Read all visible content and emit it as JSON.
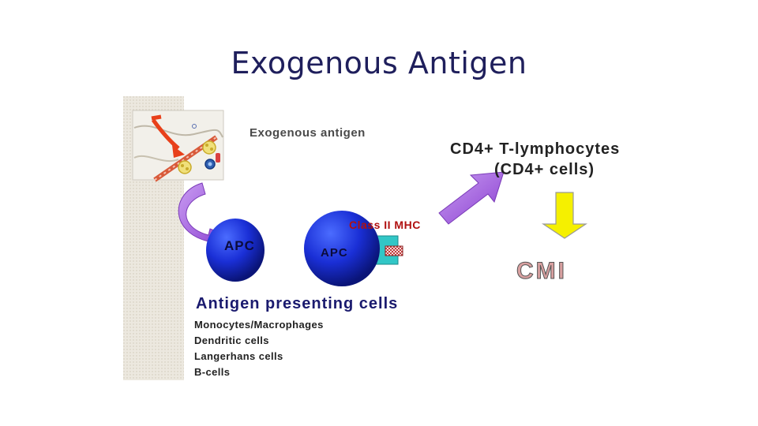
{
  "slide": {
    "title": "Exogenous Antigen"
  },
  "diagram": {
    "exogenous_label": "Exogenous antigen",
    "apc_label_1": "APC",
    "apc_label_2": "APC",
    "mhc_label": "Class II MHC",
    "tcell_label_line1": "CD4+ T-lymphocytes",
    "tcell_label_line2": "(CD4+ cells)",
    "cmi_label": "CMI",
    "apc_heading": "Antigen presenting cells",
    "apc_types": [
      "Monocytes/Macrophages",
      "Dendritic cells",
      "Langerhans cells",
      "B-cells"
    ]
  },
  "colors": {
    "apc_blue": "#1a2fd6",
    "arrow_purple": "#a95de0",
    "arrow_yellow": "#f5f000",
    "mhc_teal": "#31c6c6",
    "antigen_arrow_red": "#e8401a"
  }
}
